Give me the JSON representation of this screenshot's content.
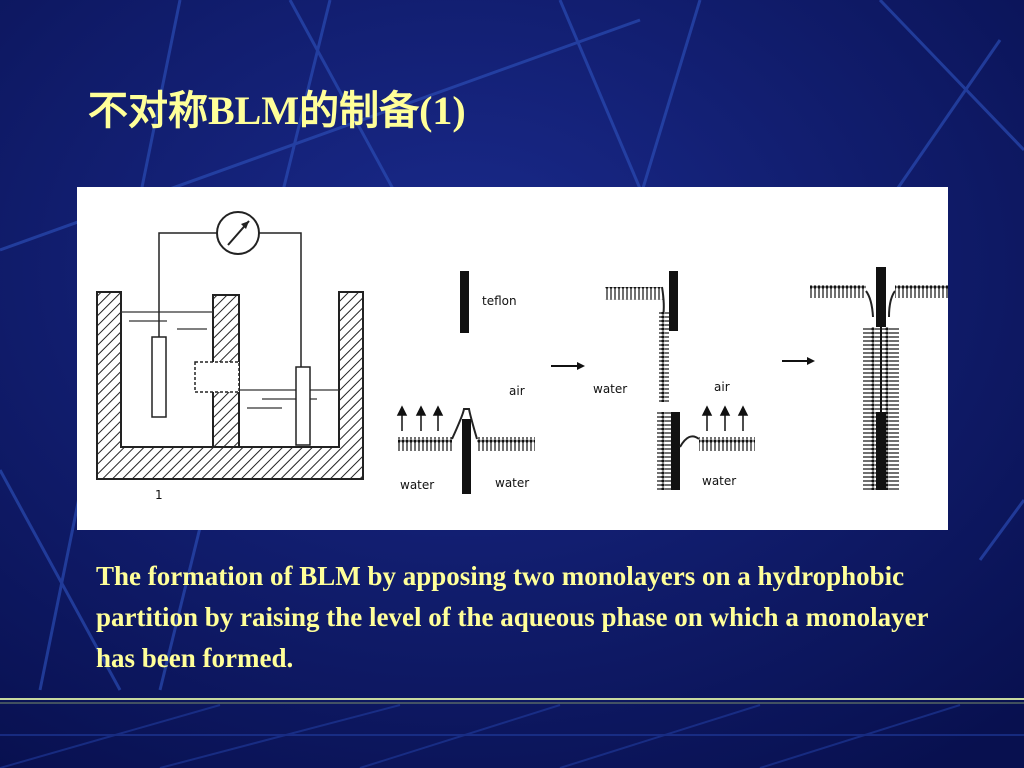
{
  "slide": {
    "title": "不对称BLM的制备(1)",
    "caption": "The formation of BLM by apposing two monolayers on a hydrophobic partition by raising the level of the aqueous phase on which a monolayer has been formed."
  },
  "figure": {
    "label_1": "1",
    "label_teflon": "teflon",
    "label_air_1": "air",
    "label_water_1": "water",
    "label_water_2": "water",
    "label_water_3": "water",
    "label_air_2": "air",
    "label_water_4": "water"
  },
  "colors": {
    "background": "#0d1466",
    "title_text": "#ffff99",
    "caption_text": "#ffff99",
    "accent_line": "#c8d9a0"
  }
}
